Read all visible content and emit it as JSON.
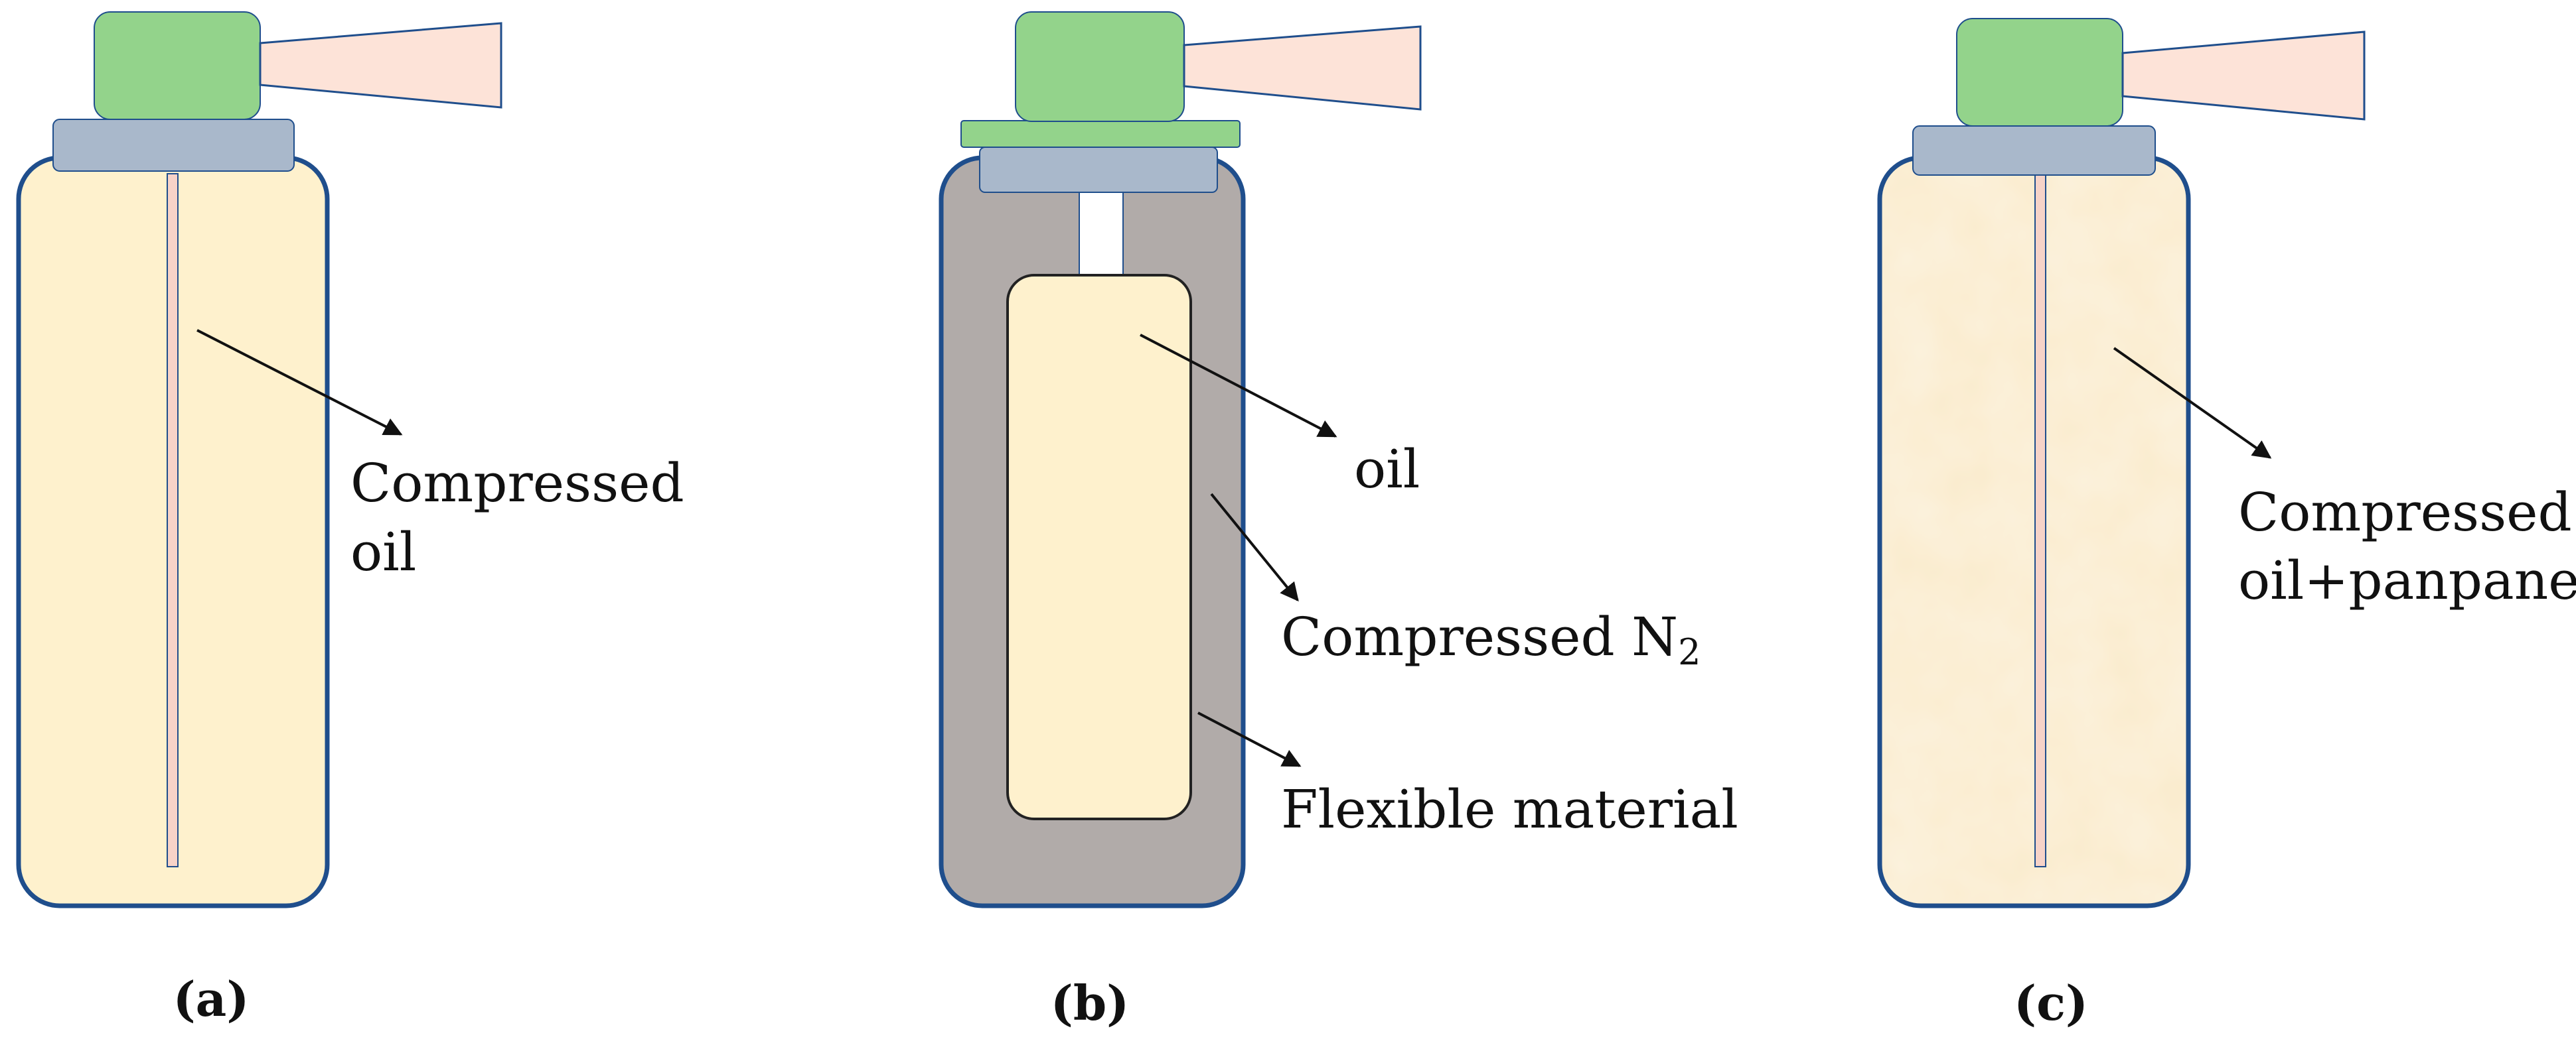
{
  "colors": {
    "can_outline": "#1f4e8c",
    "oil_fill": "#fef1cd",
    "oil_panpane_fill": "#faebcc",
    "nitrogen_fill": "#b1aba9",
    "cap_green": "#93d38b",
    "collar_gray": "#a9b8cb",
    "nozzle_fill": "#fde3d8",
    "straw_fill": "#f6d3c8"
  },
  "panels": [
    {
      "id": "a",
      "caption": "(a)",
      "labels": {
        "line1": "Compressed",
        "line2": "oil"
      }
    },
    {
      "id": "b",
      "caption": "(b)",
      "labels": {
        "oil": "oil",
        "nitrogen": "Compressed N",
        "nitrogen_sub": "2",
        "flexible": "Flexible material"
      }
    },
    {
      "id": "c",
      "caption": "(c)",
      "labels": {
        "line1": "Compressed",
        "line2": "oil+panpane"
      }
    }
  ]
}
